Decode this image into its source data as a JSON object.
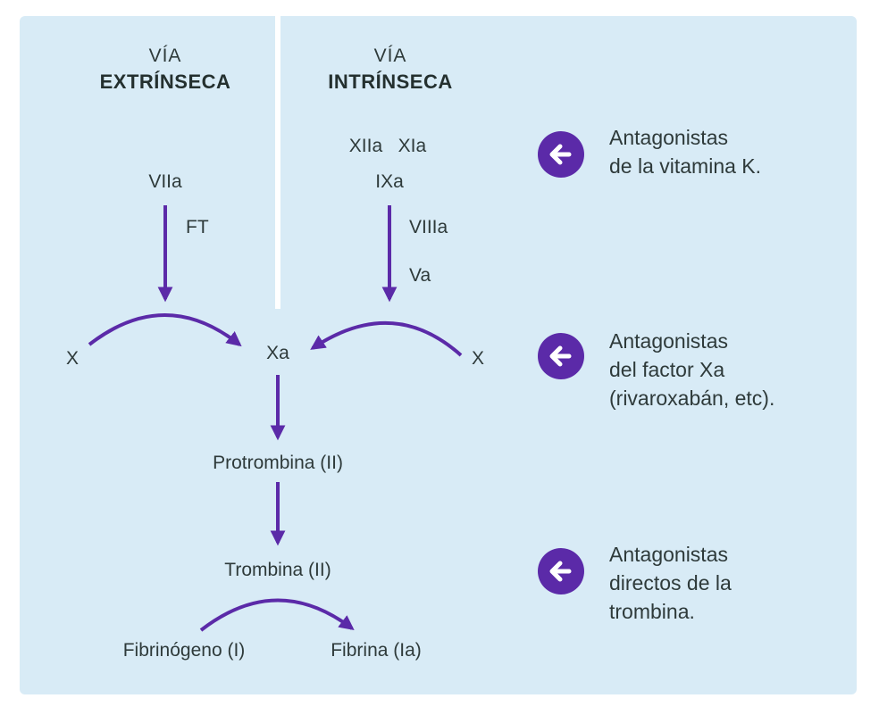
{
  "colors": {
    "panel": "#d8ebf6",
    "arrow": "#5b2aa8",
    "text": "#2e3a3a"
  },
  "extrinsic": {
    "line1": "VÍA",
    "line2": "EXTRÍNSECA",
    "factor": "VIIa",
    "cofactor": "FT",
    "substrate": "X"
  },
  "intrinsic": {
    "line1": "VÍA",
    "line2": "INTRÍNSECA",
    "factors_top": "XIIa   XIa",
    "factor": "IXa",
    "cofactor1": "VIIIa",
    "cofactor2": "Va",
    "substrate": "X"
  },
  "cascade": {
    "xa": "Xa",
    "prothrombin": "Protrombina (II)",
    "thrombin": "Trombina (II)",
    "fibrinogen": "Fibrinógeno (I)",
    "fibrin": "Fibrina (Ia)"
  },
  "antagonists": [
    {
      "icon": "arrow-left-icon",
      "lines": [
        "Antagonistas",
        "de la vitamina K."
      ]
    },
    {
      "icon": "arrow-left-icon",
      "lines": [
        "Antagonistas",
        "del factor Xa",
        "(rivaroxabán, etc)."
      ]
    },
    {
      "icon": "arrow-left-icon",
      "lines": [
        "Antagonistas",
        "directos de la",
        "trombina."
      ]
    }
  ]
}
